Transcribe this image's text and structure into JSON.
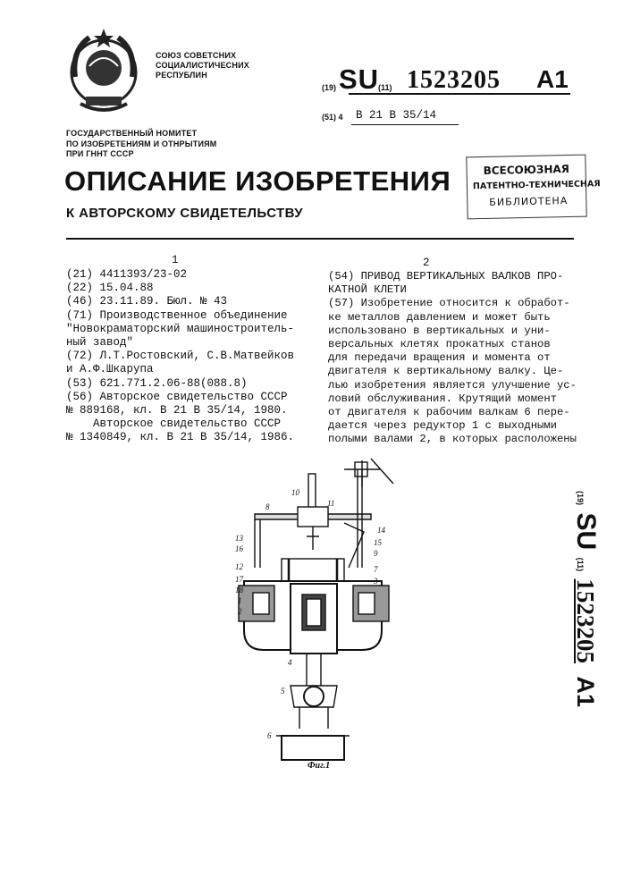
{
  "header": {
    "country_lines": [
      "СОЮЗ СОВЕТСНИХ",
      "СОЦИАЛИСТИЧЕСНИХ",
      "РЕСПУБЛИН"
    ],
    "code_19": "(19)",
    "su": "SU",
    "code_11": "(11)",
    "patent_number": "1523205",
    "kind": "A1",
    "code_51": "(51) 4",
    "ipc": "B 21 B 35/14",
    "committee_lines": [
      "ГОСУДАРСТВЕННЫЙ НОМИТЕТ",
      "ПО ИЗОБРЕТЕНИЯМ И ОТНРЫТИЯМ",
      "ПРИ ГННТ СССР"
    ],
    "title": "ОПИСАНИЕ ИЗОБРЕТЕНИЯ",
    "subtitle": "К АВТОРСКОМУ СВИДЕТЕЛЬСТВУ"
  },
  "stamp": {
    "line1": "ВСЕСОЮЗНАЯ",
    "line2": "ПАТЕНТНО-ТЕХНИЧЕСНАЯ",
    "line3": "БИБЛИОТЕНА"
  },
  "columns": {
    "col1_number": "1",
    "col2_number": "2"
  },
  "left_column": [
    "(21) 4411393/23-02",
    "(22) 15.04.88",
    "(46) 23.11.89. Бюл. № 43",
    "(71) Производственное объединение",
    "\"Новокраматорский машиностроитель-",
    "ный завод\"",
    "(72) Л.Т.Ростовский, С.В.Матвейков",
    "и А.Ф.Шкарупа",
    "(53) 621.771.2.06-88(088.8)",
    "(56) Авторское свидетельство СССР",
    "№ 889168, кл. В 21 В 35/14, 1980.",
    "    Авторское свидетельство СССР",
    "№ 1340849, кл. В 21 В 35/14, 1986."
  ],
  "right_column": [
    "(54) ПРИВОД ВЕРТИКАЛЬНЫХ ВАЛКОВ ПРО-",
    "КАТНОЙ КЛЕТИ",
    "(57) Изобретение относится к обработ-",
    "ке металлов давлением и может быть",
    "использовано в вертикальных и уни-",
    "версальных клетях прокатных станов",
    "для передачи вращения и момента от",
    "двигателя к вертикальному валку. Це-",
    "лью изобретения является улучшение ус-",
    "ловий обслуживания. Крутящий момент",
    "от двигателя к рабочим валкам 6 пере-",
    "дается через редуктор 1 с выходными",
    "полыми валами 2, в которых расположены"
  ],
  "side_label": {
    "code_19": "(19)",
    "su": "SU",
    "code_11": "(11)",
    "number": "1523205",
    "kind": "A1"
  },
  "figure": {
    "caption": "Фиг.1",
    "labels": [
      "10",
      "11",
      "8",
      "13",
      "16",
      "12",
      "17",
      "18",
      "1",
      "2",
      "14",
      "15",
      "9",
      "7",
      "3",
      "4",
      "5",
      "6"
    ]
  }
}
